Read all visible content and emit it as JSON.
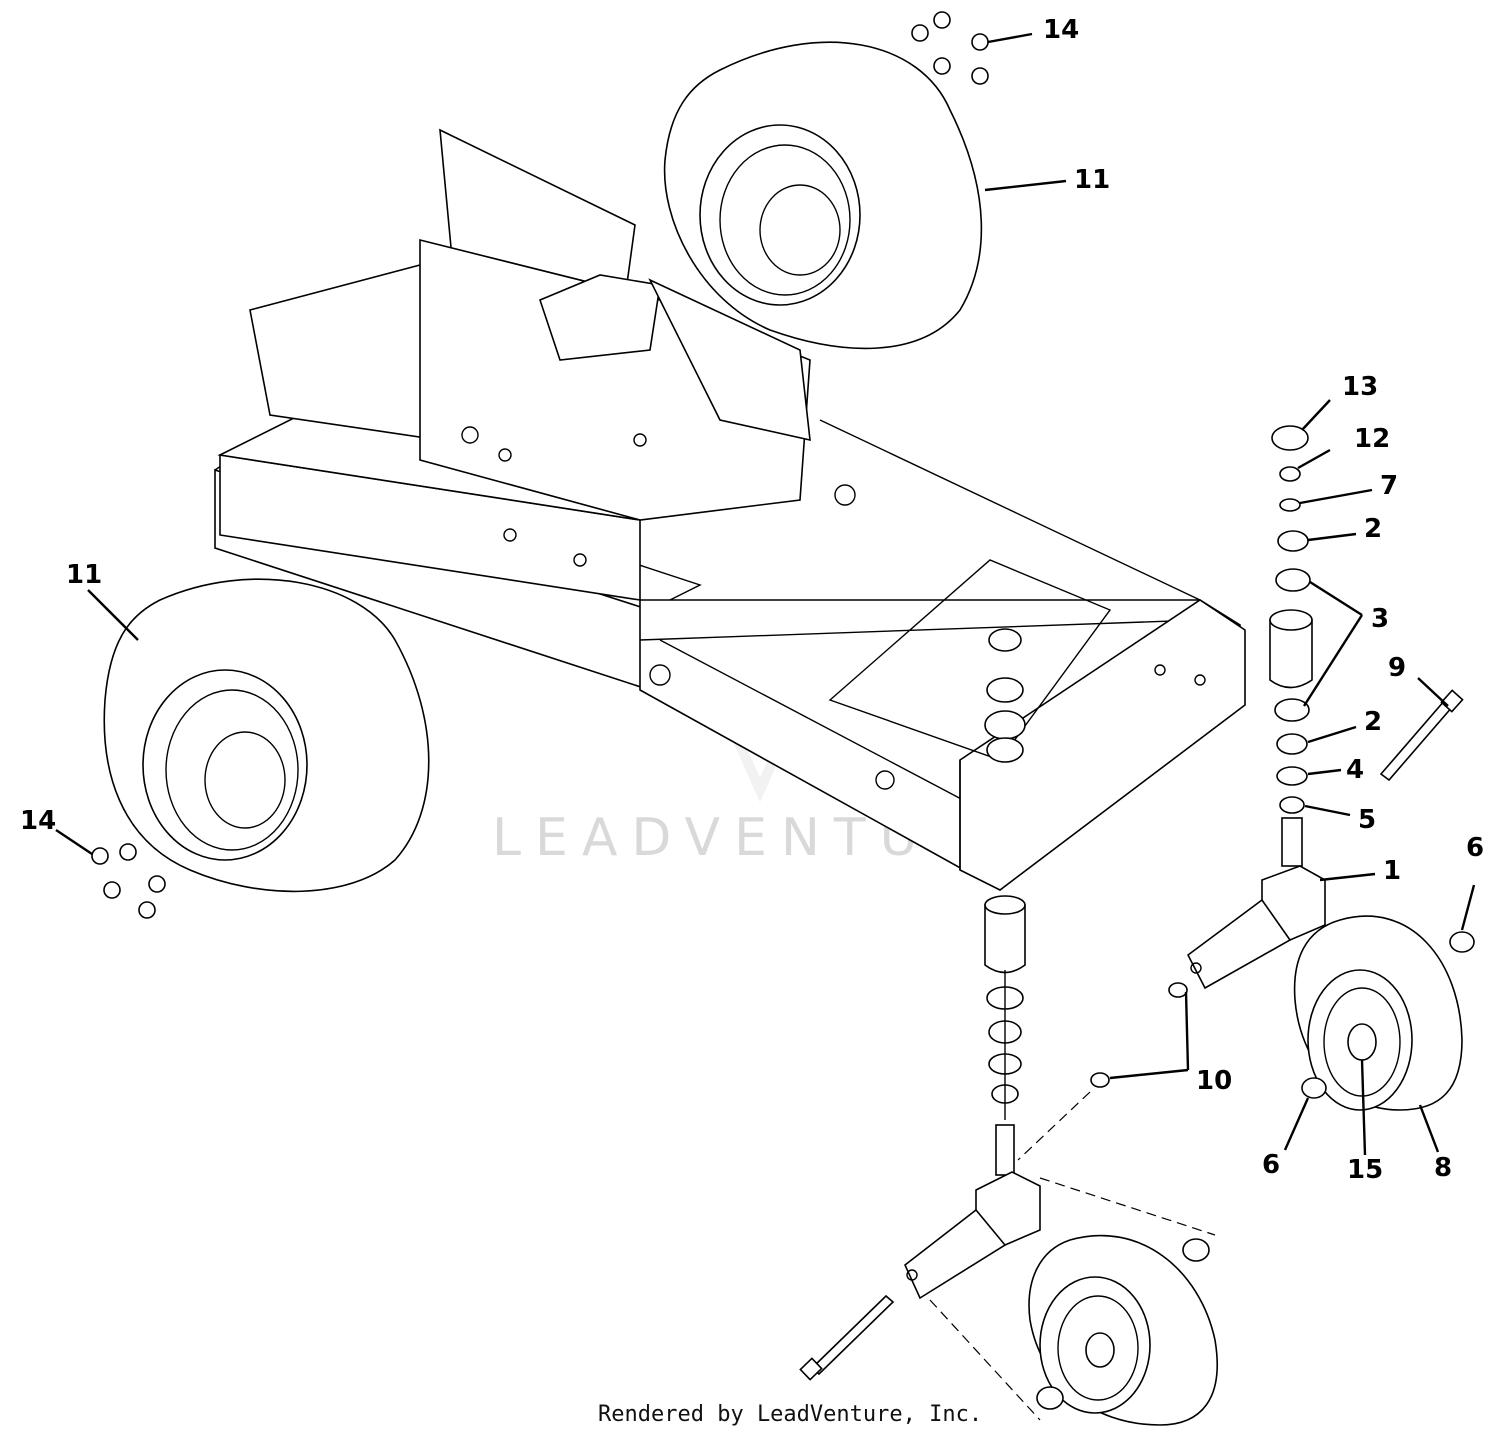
{
  "watermark": "LEADVENTURE",
  "footer": "Rendered by LeadVenture, Inc.",
  "callouts": [
    {
      "id": "c14a",
      "label": "14"
    },
    {
      "id": "c11a",
      "label": "11"
    },
    {
      "id": "c13",
      "label": "13"
    },
    {
      "id": "c12",
      "label": "12"
    },
    {
      "id": "c7",
      "label": "7"
    },
    {
      "id": "c2a",
      "label": "2"
    },
    {
      "id": "c3",
      "label": "3"
    },
    {
      "id": "c9",
      "label": "9"
    },
    {
      "id": "c2b",
      "label": "2"
    },
    {
      "id": "c4",
      "label": "4"
    },
    {
      "id": "c5",
      "label": "5"
    },
    {
      "id": "c1",
      "label": "1"
    },
    {
      "id": "c6a",
      "label": "6"
    },
    {
      "id": "c11b",
      "label": "11"
    },
    {
      "id": "c14b",
      "label": "14"
    },
    {
      "id": "c10",
      "label": "10"
    },
    {
      "id": "c6b",
      "label": "6"
    },
    {
      "id": "c15",
      "label": "15"
    },
    {
      "id": "c8",
      "label": "8"
    }
  ]
}
